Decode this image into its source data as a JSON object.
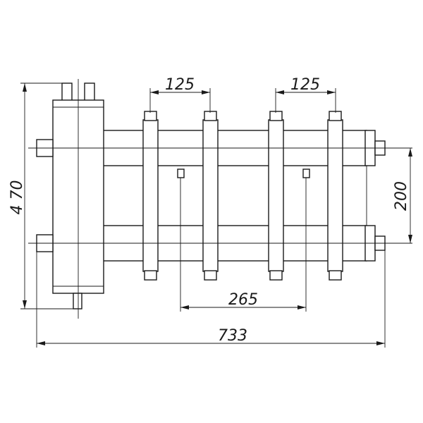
{
  "dimensions": {
    "pitch_left": "125",
    "pitch_right": "125",
    "height_total": "4 70",
    "axis_spacing": "200",
    "sensor_spacing": "265",
    "length_total": "733"
  }
}
